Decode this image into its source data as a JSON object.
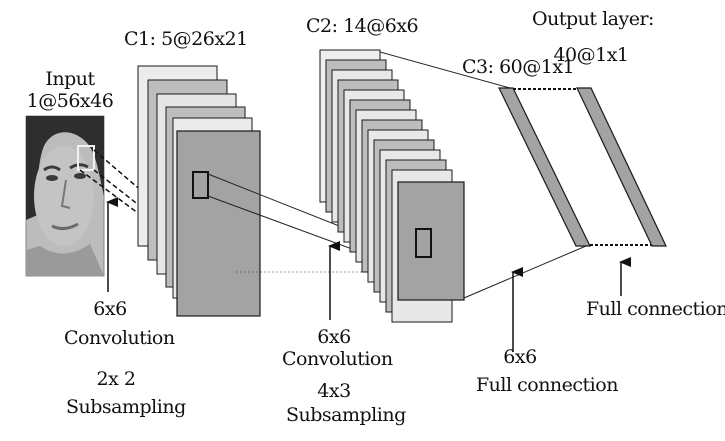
{
  "diagram": {
    "input_label": "Input",
    "input_size": "1@56x46",
    "c1_label": "C1: 5@26x21",
    "c2_label": "C2: 14@6x6",
    "c3_label": "C3: 60@1x1",
    "output_label": "Output layer:",
    "output_size": "40@1x1",
    "step1_kernel": "6x6",
    "step1_op": "Convolution",
    "step1_pool_size": "2x 2",
    "step1_pool_op": "Subsampling",
    "step2_kernel": "6x6",
    "step2_op": "Convolution",
    "step2_pool_size": "4x3",
    "step2_pool_op": "Subsampling",
    "step3_kernel": "6x6",
    "step3_op": "Full connection",
    "step4_op": "Full connection"
  },
  "colors": {
    "map_face": "#a3a3a3",
    "map_light": "#e8e8e8",
    "map_mid": "#bdbdbd",
    "stroke": "#1a1a1a",
    "photo_skin": "#b9b9b9",
    "photo_hair": "#2c2c2c"
  }
}
